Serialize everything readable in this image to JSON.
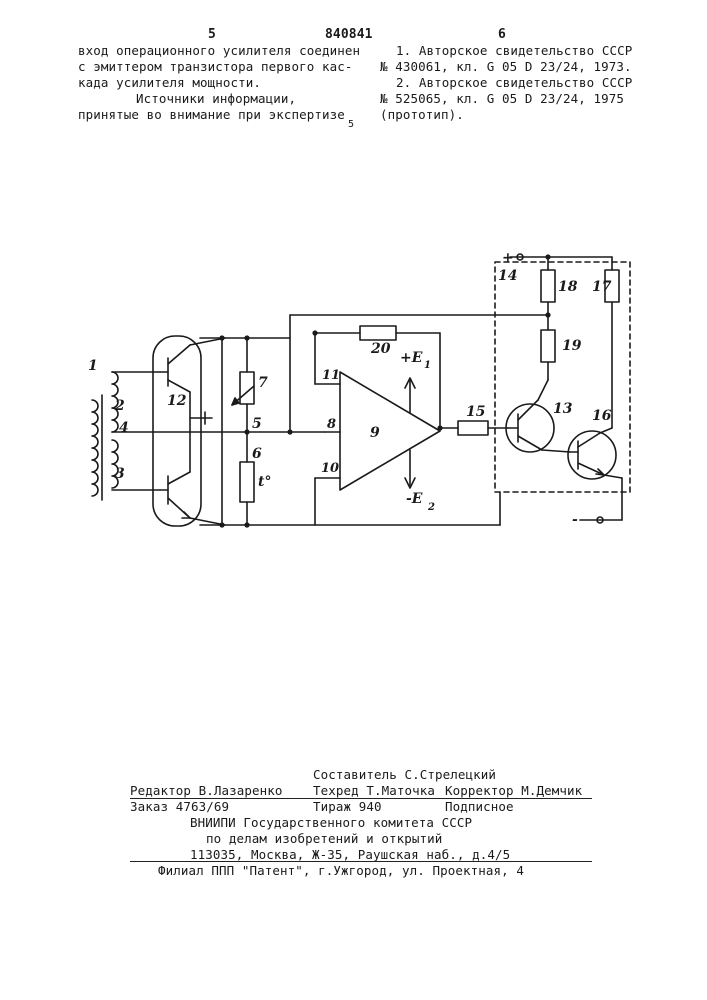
{
  "header": {
    "page_left": "5",
    "patent_number": "840841",
    "page_right": "6"
  },
  "left_column": {
    "lines": [
      "вход операционного усилителя соединен",
      "с эмиттером транзистора первого кас-",
      "када усилителя мощности."
    ],
    "sources_title": "Источники информации,",
    "sources_sub": "принятые во внимание при экспертизе"
  },
  "right_column": {
    "lines": [
      "1. Авторское свидетельство СССР",
      "№ 430061, кл. G 05 D 23/24, 1973.",
      "2. Авторское свидетельство СССР",
      "№ 525065, кл. G 05 D 23/24, 1975",
      "(прототип)."
    ]
  },
  "line_marker": "5",
  "schematic": {
    "labels": {
      "n1": "1",
      "n2": "2",
      "n3": "3",
      "n4": "4",
      "n5": "5",
      "n6": "6",
      "n7": "7",
      "n8": "8",
      "n9": "9",
      "n10": "10",
      "n11": "11",
      "n12": "12",
      "n13": "13",
      "n14": "14",
      "n15": "15",
      "n16": "16",
      "n17": "17",
      "n18": "18",
      "n19": "19",
      "n20": "20",
      "temp": "t°",
      "plus_e1": "+E",
      "e1_sub": "1",
      "minus_e2": "-E",
      "e2_sub": "2",
      "plus_term": "+",
      "minus_term": "-"
    }
  },
  "footer": {
    "composer": "Составитель С.Стрелецкий",
    "editor": "Редактор В.Лазаренко",
    "techred": "Техред Т.Маточка",
    "corrector": "Корректор М.Демчик",
    "order": "Заказ 4763/69",
    "circulation": "Тираж 940",
    "subscription": "Подписное",
    "org1": "ВНИИПИ Государственного комитета СССР",
    "org2": "по делам изобретений и открытий",
    "address": "113035, Москва, Ж-35, Раушская наб., д.4/5",
    "branch": "Филиал ППП \"Патент\", г.Ужгород, ул. Проектная, 4"
  }
}
